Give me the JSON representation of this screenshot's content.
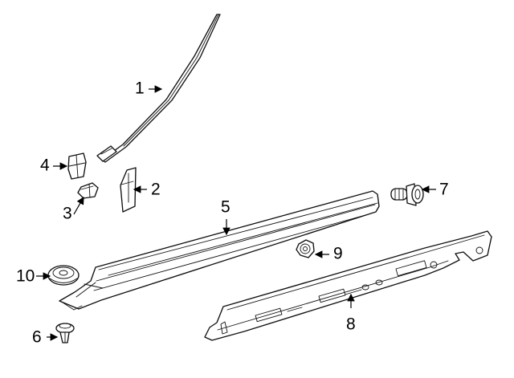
{
  "colors": {
    "background": "#ffffff",
    "line": "#111111",
    "callout": "#000000"
  },
  "callouts": [
    {
      "id": "1",
      "label": "1"
    },
    {
      "id": "2",
      "label": "2"
    },
    {
      "id": "3",
      "label": "3"
    },
    {
      "id": "4",
      "label": "4"
    },
    {
      "id": "5",
      "label": "5"
    },
    {
      "id": "6",
      "label": "6"
    },
    {
      "id": "7",
      "label": "7"
    },
    {
      "id": "8",
      "label": "8"
    },
    {
      "id": "9",
      "label": "9"
    },
    {
      "id": "10",
      "label": "10"
    }
  ]
}
